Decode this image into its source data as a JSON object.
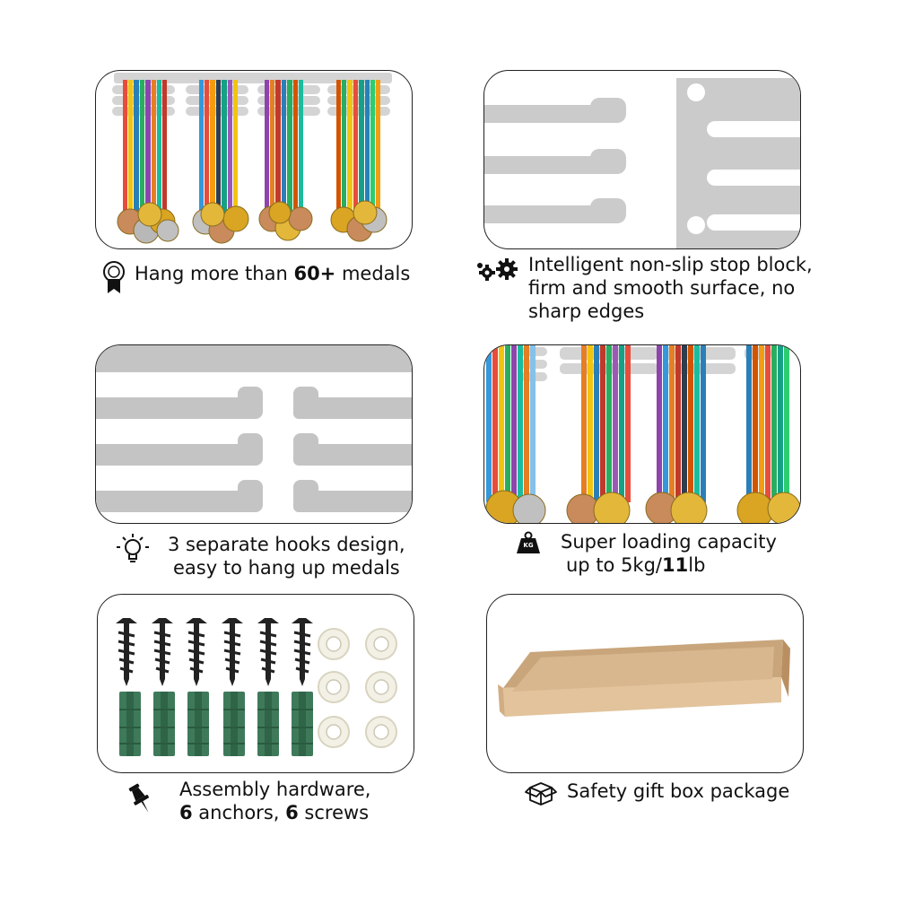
{
  "features": [
    {
      "pre": "Hang more than ",
      "bold": "60+",
      "post": " medals"
    },
    {
      "line1": "Intelligent non-slip stop block,",
      "line2": "firm and smooth surface, no",
      "line3": "sharp edges"
    },
    {
      "line1": "3 separate hooks design,",
      "line2": "easy to hang up medals"
    },
    {
      "line1": "Super loading capacity",
      "line2_pre": "up to 5kg/",
      "line2_bold": "11",
      "line2_post": "lb",
      "icon_text": "KG"
    },
    {
      "line1": "Assembly hardware,",
      "l2_b1": "6",
      "l2_t1": " anchors, ",
      "l2_b2": "6",
      "l2_t2": " screws"
    },
    {
      "line1": "Safety gift box package"
    }
  ],
  "icons": [
    "medal-icon",
    "gears-icon",
    "lightbulb-icon",
    "weight-icon",
    "pushpin-icon",
    "box-icon"
  ]
}
